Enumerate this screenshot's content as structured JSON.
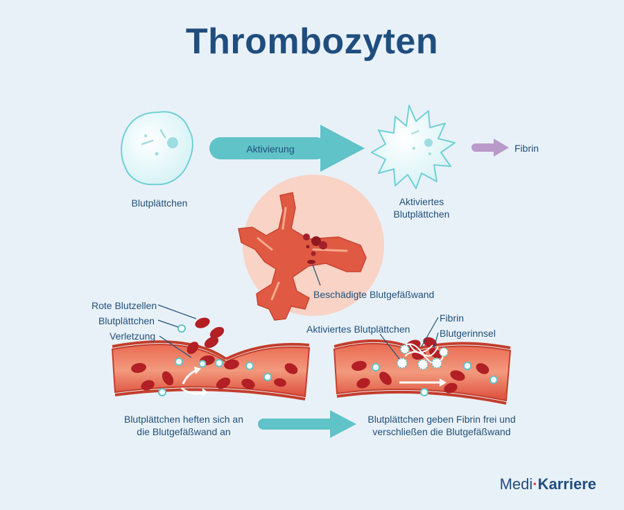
{
  "title": "Thrombozyten",
  "top_row": {
    "resting_label": "Blutplättchen",
    "arrow_label": "Aktivierung",
    "activated_label_line1": "Aktiviertes",
    "activated_label_line2": "Blutplättchen",
    "fibrin_label": "Fibrin"
  },
  "vessel_center": {
    "damage_label": "Beschädigte Blutgefäßwand"
  },
  "left_vessel": {
    "red_cells_label": "Rote Blutzellen",
    "platelets_label": "Blutplättchen",
    "injury_label": "Verletzung",
    "caption_line1": "Blutplättchen heften sich an",
    "caption_line2": "die Blutgefäßwand an"
  },
  "right_vessel": {
    "activated_label": "Aktiviertes Blutplättchen",
    "fibrin_label": "Fibrin",
    "clot_label": "Blutgerinnsel",
    "caption_line1": "Blutplättchen geben Fibrin frei und",
    "caption_line2": "verschließen die Blutgefäßwand"
  },
  "brand": {
    "part1": "Medi",
    "dot": "·",
    "part2": "Karriere"
  },
  "colors": {
    "title": "#1f4e7e",
    "teal": "#5fc3c8",
    "vessel": "#e0533f",
    "blood_cell": "#b21f24",
    "fibrin_arrow": "#b99ac9",
    "highlight_circle": "#f8d3c6"
  }
}
